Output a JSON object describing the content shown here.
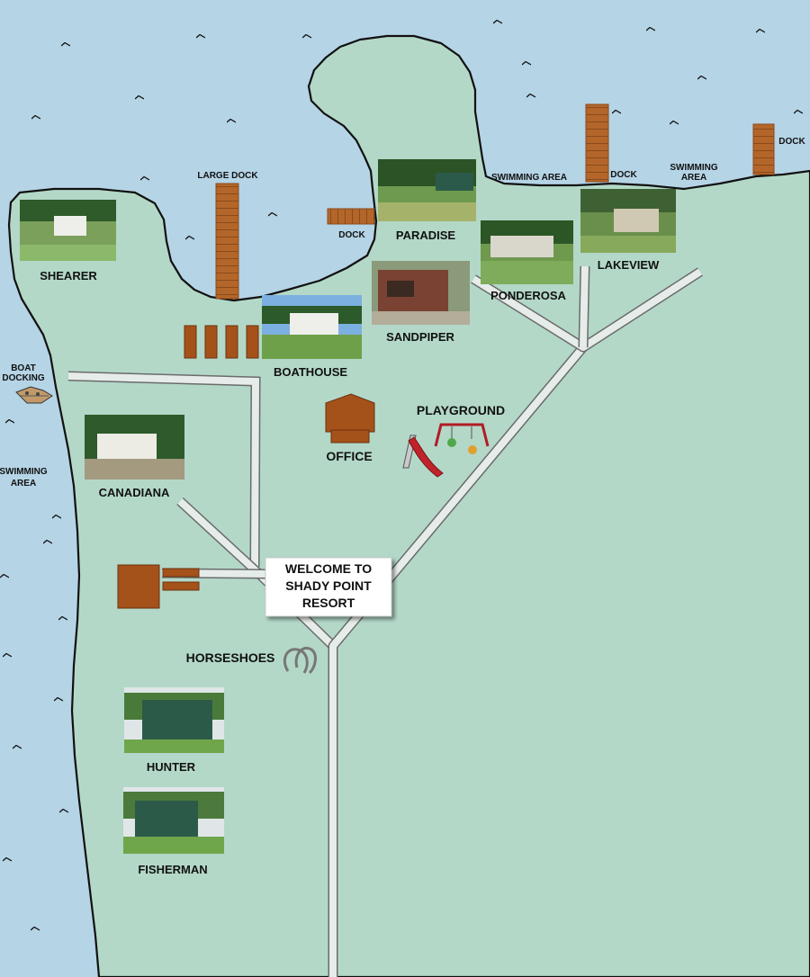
{
  "colors": {
    "water": "#b5d4e6",
    "land": "#b3d8c8",
    "shore": "#111111",
    "path": "#e6ece9",
    "path_edge": "#6b6b6b",
    "wood": "#b4662a",
    "building": "#a5511a"
  },
  "cabins": [
    {
      "id": "shearer",
      "label": "SHEARER",
      "icon": "cabin-photo"
    },
    {
      "id": "paradise",
      "label": "PARADISE",
      "icon": "cabin-photo"
    },
    {
      "id": "ponderosa",
      "label": "PONDEROSA",
      "icon": "cabin-photo"
    },
    {
      "id": "lakeview",
      "label": "LAKEVIEW",
      "icon": "cabin-photo"
    },
    {
      "id": "sandpiper",
      "label": "SANDPIPER",
      "icon": "cabin-photo"
    },
    {
      "id": "boathouse",
      "label": "BOATHOUSE",
      "icon": "cabin-photo"
    },
    {
      "id": "canadiana",
      "label": "CANADIANA",
      "icon": "cabin-photo"
    },
    {
      "id": "hunter",
      "label": "HUNTER",
      "icon": "cabin-photo"
    },
    {
      "id": "fisherman",
      "label": "FISHERMAN",
      "icon": "cabin-photo"
    }
  ],
  "features": {
    "large_dock": "LARGE DOCK",
    "dock_left": "DOCK",
    "dock_mid": "DOCK",
    "dock_right": "DOCK",
    "swimming_area_north": "SWIMMING AREA",
    "swimming_area_ne_line1": "SWIMMING",
    "swimming_area_ne_line2": "AREA",
    "swimming_area_west_line1": "SWIMMING",
    "swimming_area_west_line2": "AREA",
    "boat_docking_line1": "BOAT",
    "boat_docking_line2": "DOCKING",
    "playground": "PLAYGROUND",
    "office": "OFFICE",
    "horseshoes": "HORSESHOES"
  },
  "welcome_sign": {
    "line1": "WELCOME TO",
    "line2": "SHADY POINT",
    "line3": "RESORT"
  }
}
